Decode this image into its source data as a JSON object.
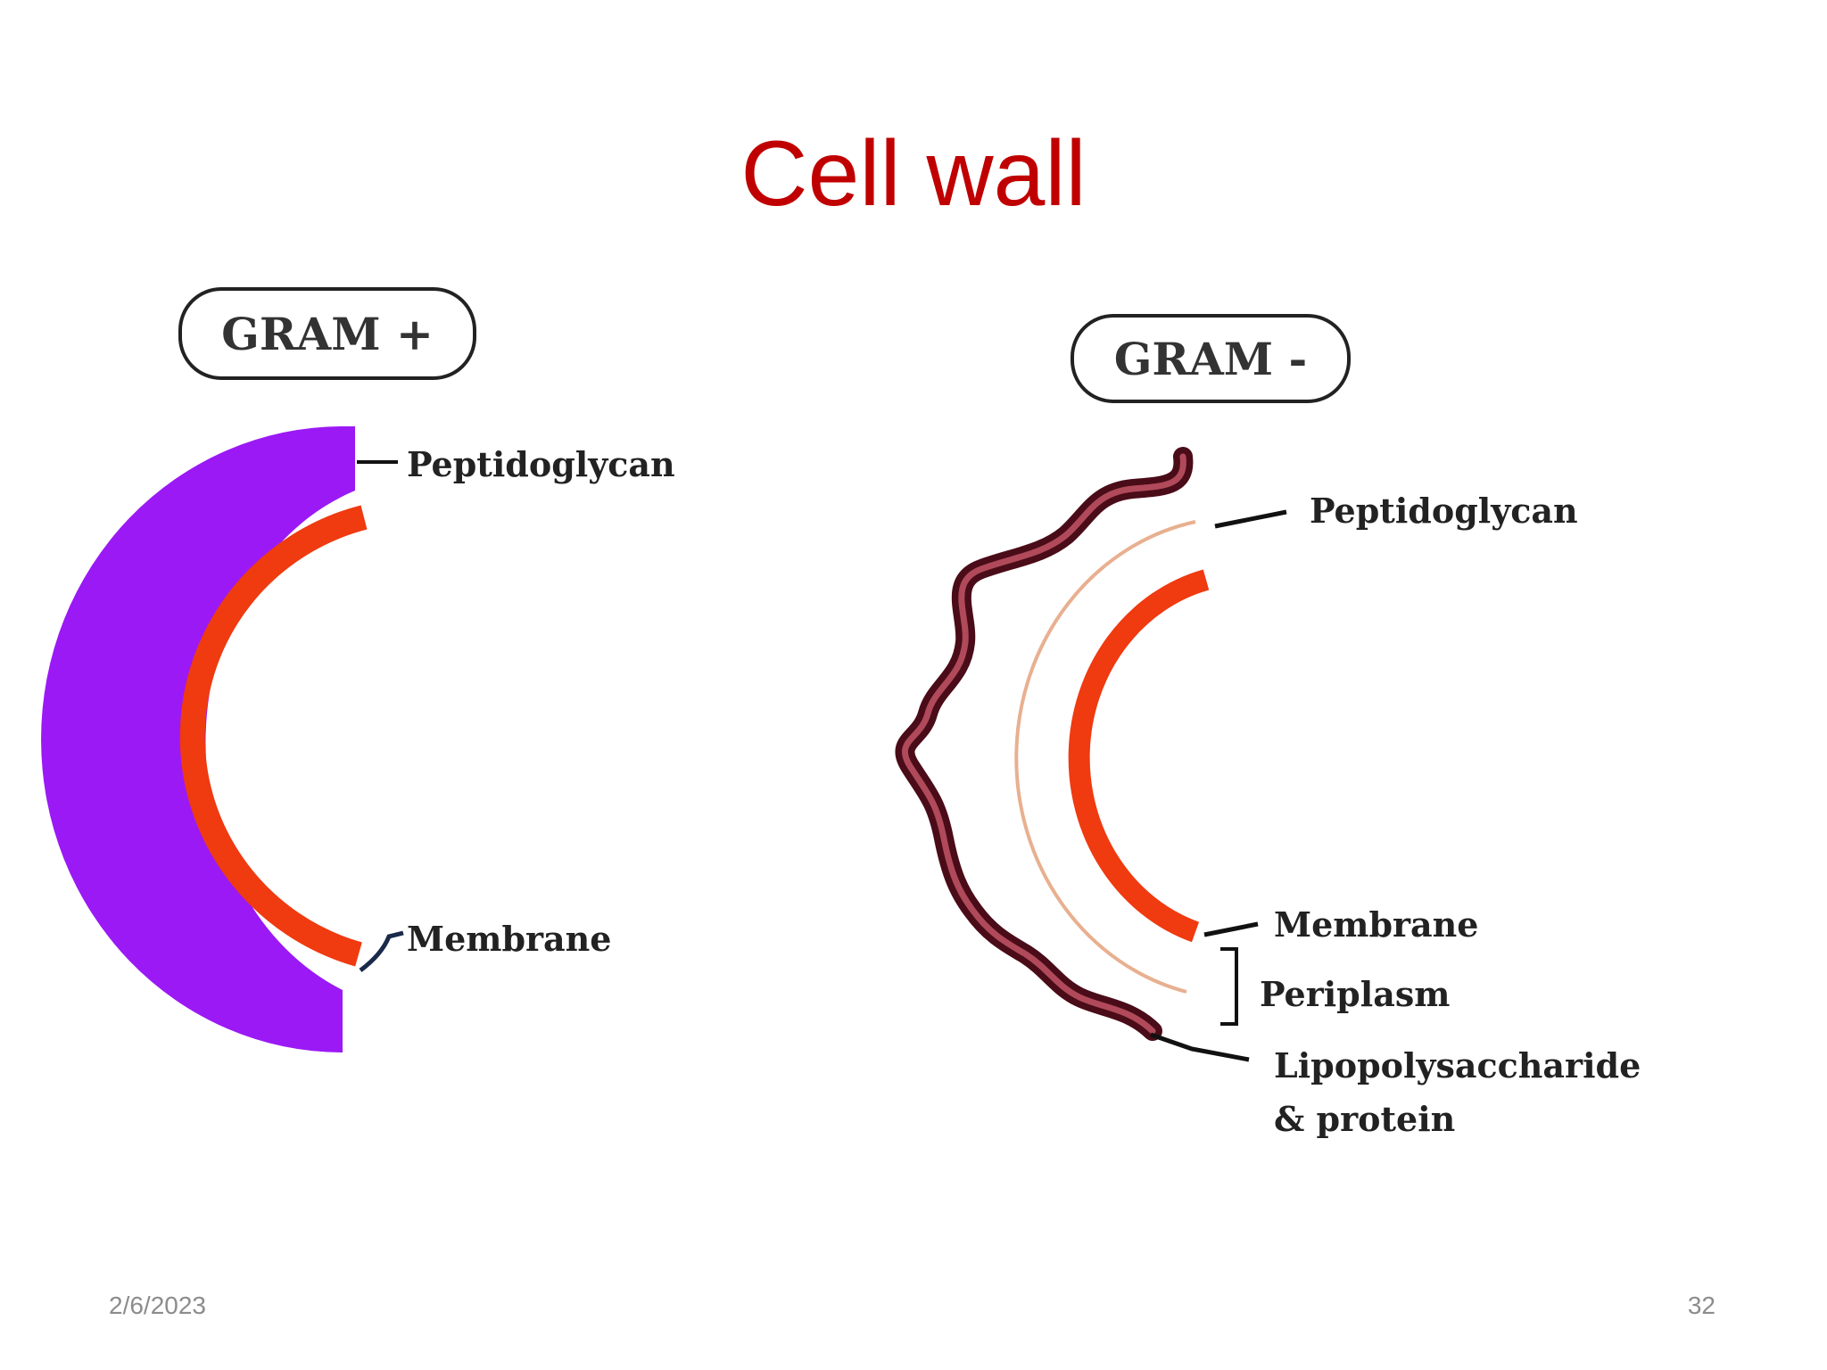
{
  "slide": {
    "title": "Cell wall",
    "date": "2/6/2023",
    "page_number": "32"
  },
  "gram_positive": {
    "badge": "GRAM +",
    "labels": {
      "peptidoglycan": "Peptidoglycan",
      "membrane": "Membrane"
    }
  },
  "gram_negative": {
    "badge": "GRAM -",
    "labels": {
      "peptidoglycan": "Peptidoglycan",
      "membrane": "Membrane",
      "periplasm": "Periplasm",
      "lps_line1": "Lipopolysaccharide",
      "lps_line2": "& protein"
    }
  },
  "colors": {
    "title": "#c00000",
    "peptidoglycan_thick": "#9b19f5",
    "membrane": "#f03a10",
    "outer_membrane": "#5a1020",
    "periplasm_line": "#e8b090",
    "footer": "#8c8c8c"
  }
}
